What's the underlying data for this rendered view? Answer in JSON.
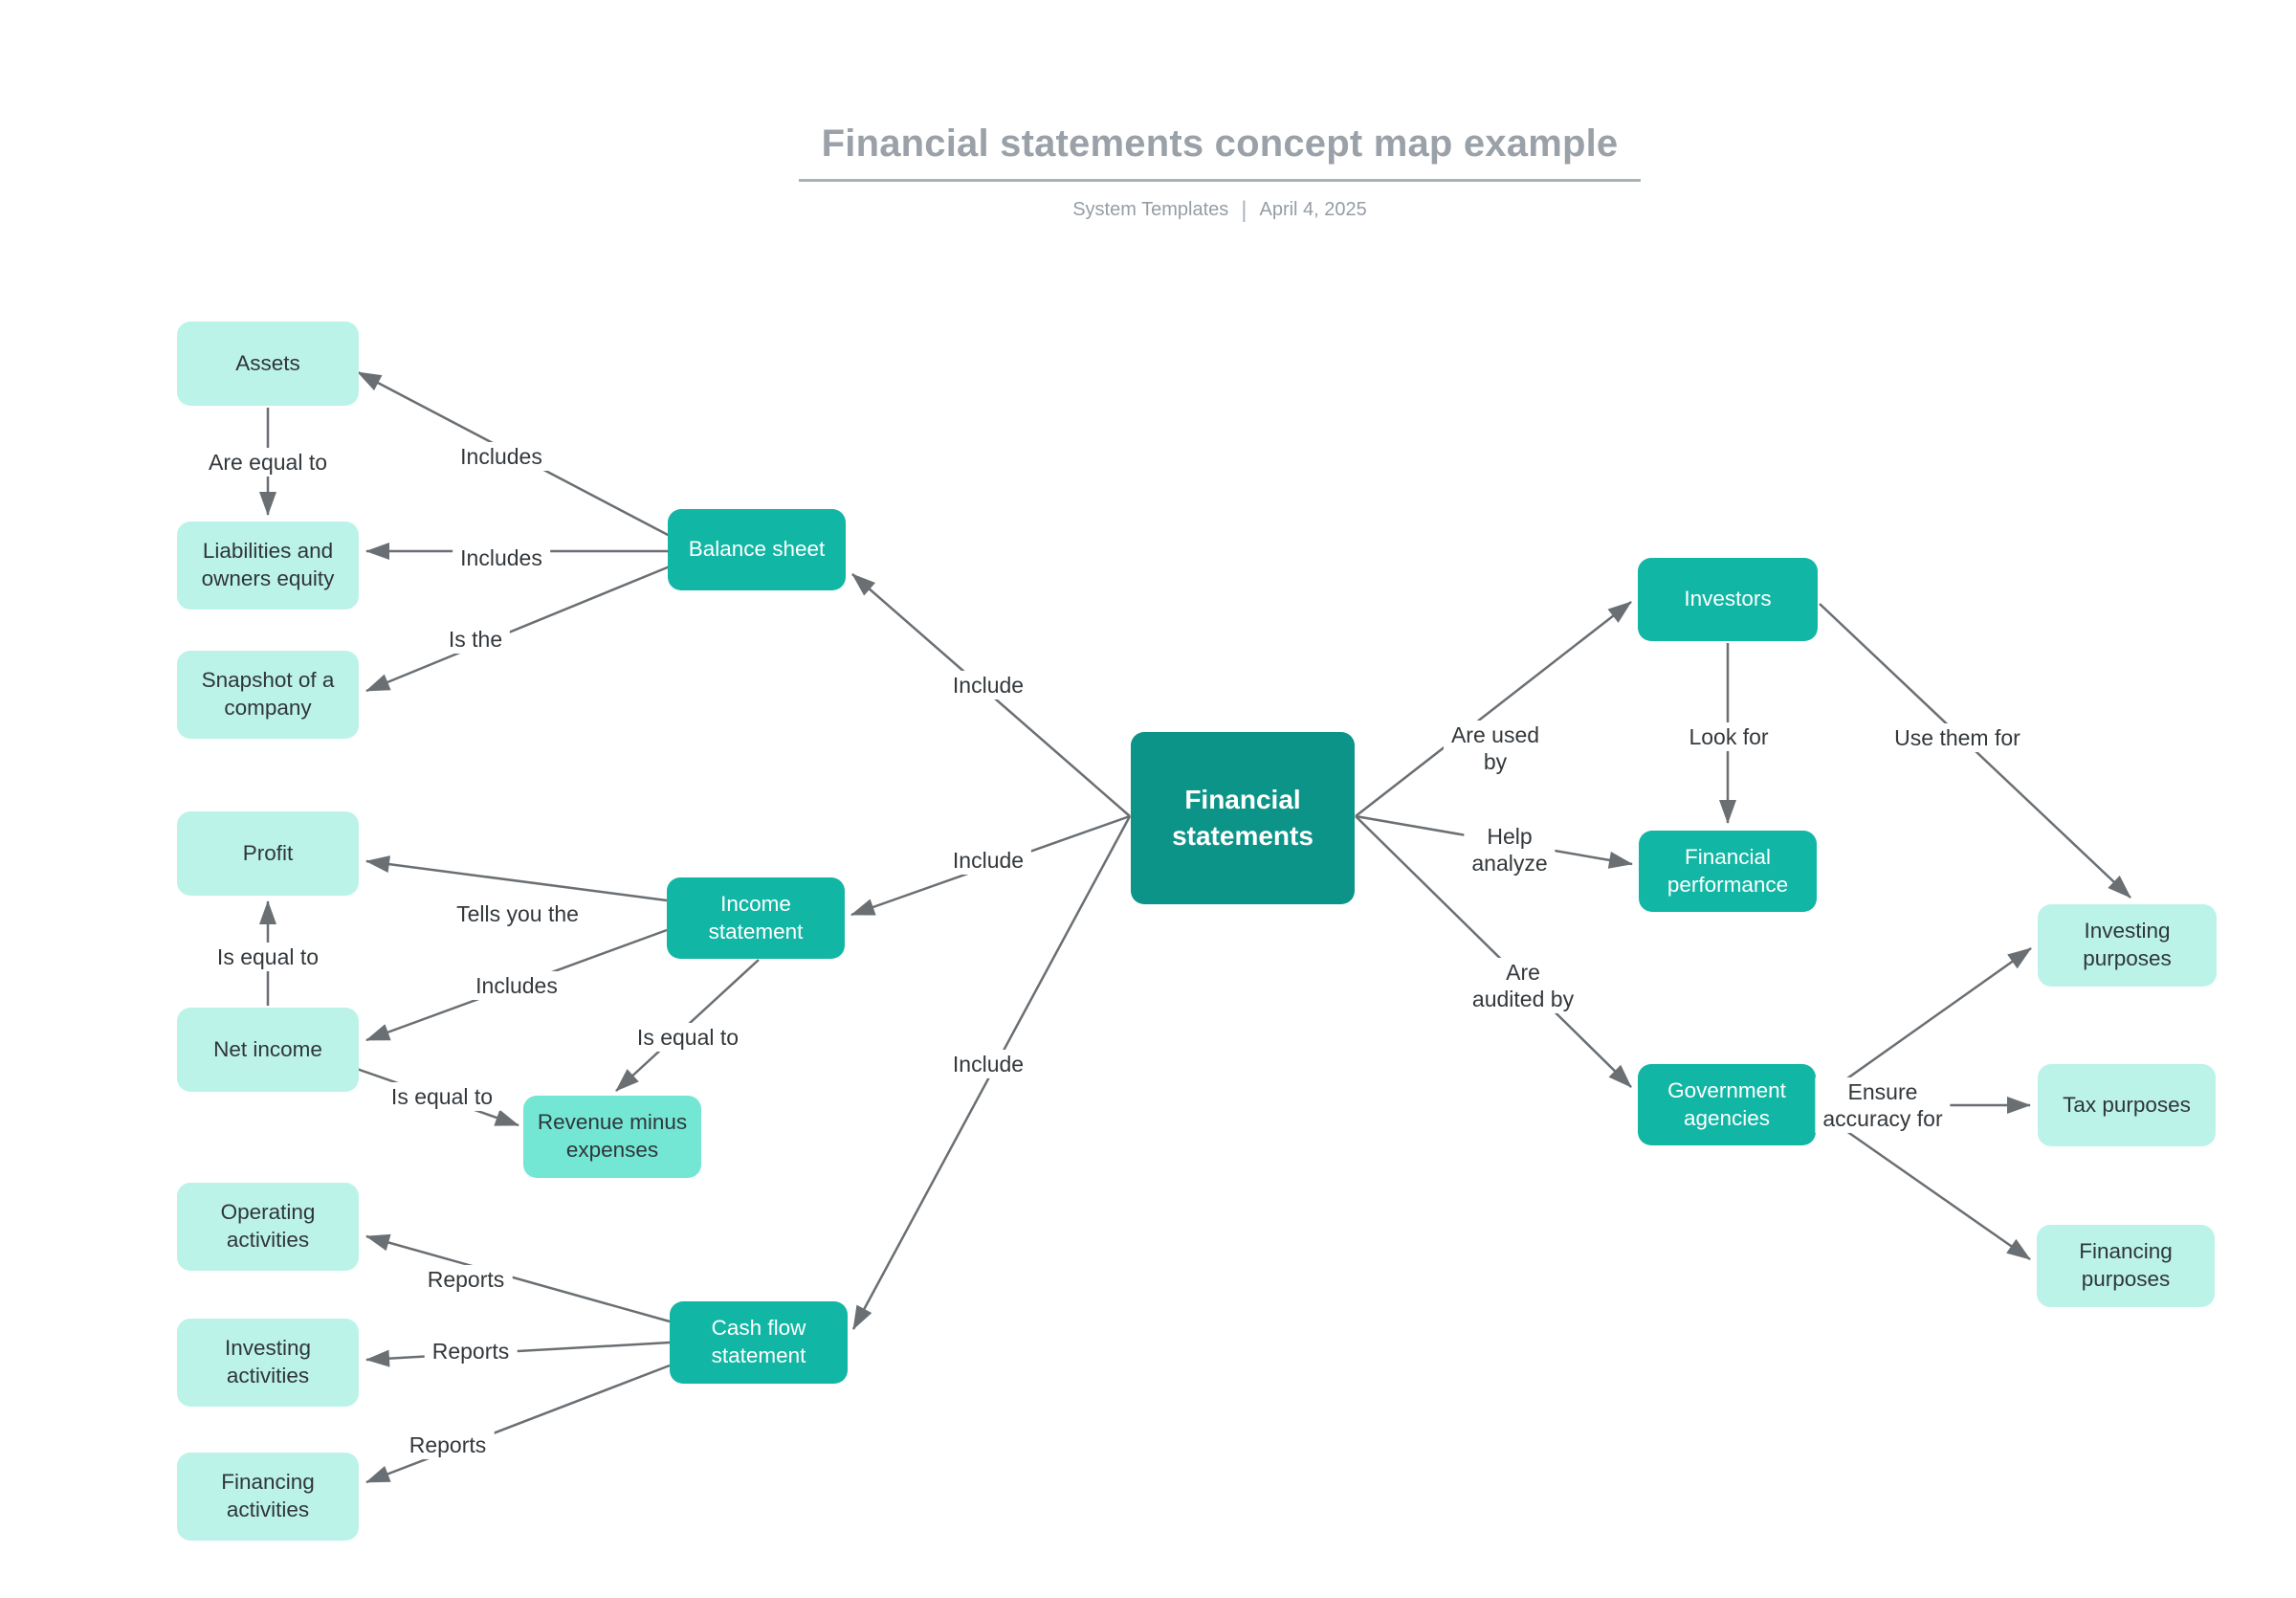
{
  "header": {
    "title": "Financial statements concept map example",
    "subtitle_author": "System Templates",
    "subtitle_separator": "|",
    "subtitle_date": "April 4, 2025"
  },
  "colors": {
    "center_node": "#0D9488",
    "branch_node": "#12B6A4",
    "leaf_node": "#BCF3E9",
    "leaf_accent_node": "#74E6D4",
    "connector_line": "#6A6F73",
    "title_text": "#9AA1A9"
  },
  "diagram": {
    "nodes": [
      {
        "id": "assets",
        "label": "Assets",
        "level": "leaf"
      },
      {
        "id": "liabilities",
        "label": "Liabilities and\nowners equity",
        "level": "leaf"
      },
      {
        "id": "snapshot",
        "label": "Snapshot of a\ncompany",
        "level": "leaf"
      },
      {
        "id": "profit",
        "label": "Profit",
        "level": "leaf"
      },
      {
        "id": "net_income",
        "label": "Net income",
        "level": "leaf"
      },
      {
        "id": "operating_activities",
        "label": "Operating\nactivities",
        "level": "leaf"
      },
      {
        "id": "investing_activities",
        "label": "Investing\nactivities",
        "level": "leaf"
      },
      {
        "id": "financing_activities",
        "label": "Financing\nactivities",
        "level": "leaf"
      },
      {
        "id": "balance_sheet",
        "label": "Balance sheet",
        "level": "branch"
      },
      {
        "id": "income_statement",
        "label": "Income\nstatement",
        "level": "branch"
      },
      {
        "id": "cash_flow_statement",
        "label": "Cash flow\nstatement",
        "level": "branch"
      },
      {
        "id": "revenue_minus_expenses",
        "label": "Revenue minus\nexpenses",
        "level": "leaf-accent"
      },
      {
        "id": "financial_statements",
        "label": "Financial\nstatements",
        "level": "center"
      },
      {
        "id": "investors",
        "label": "Investors",
        "level": "branch"
      },
      {
        "id": "financial_performance",
        "label": "Financial\nperformance",
        "level": "branch"
      },
      {
        "id": "government_agencies",
        "label": "Government\nagencies",
        "level": "branch"
      },
      {
        "id": "investing_purposes",
        "label": "Investing\npurposes",
        "level": "leaf"
      },
      {
        "id": "tax_purposes",
        "label": "Tax purposes",
        "level": "leaf"
      },
      {
        "id": "financing_purposes",
        "label": "Financing\npurposes",
        "level": "leaf"
      }
    ],
    "edges": [
      {
        "from": "assets",
        "to": "liabilities",
        "label": "Are equal to"
      },
      {
        "from": "balance_sheet",
        "to": "assets",
        "label": "Includes"
      },
      {
        "from": "balance_sheet",
        "to": "liabilities",
        "label": "Includes"
      },
      {
        "from": "balance_sheet",
        "to": "snapshot",
        "label": "Is the"
      },
      {
        "from": "income_statement",
        "to": "profit",
        "label": "Tells you the"
      },
      {
        "from": "income_statement",
        "to": "net_income",
        "label": "Includes"
      },
      {
        "from": "net_income",
        "to": "profit",
        "label": "Is equal to"
      },
      {
        "from": "income_statement",
        "to": "revenue_minus_expenses",
        "label": "Is equal to"
      },
      {
        "from": "net_income",
        "to": "revenue_minus_expenses",
        "label": "Is equal to"
      },
      {
        "from": "cash_flow_statement",
        "to": "operating_activities",
        "label": "Reports"
      },
      {
        "from": "cash_flow_statement",
        "to": "investing_activities",
        "label": "Reports"
      },
      {
        "from": "cash_flow_statement",
        "to": "financing_activities",
        "label": "Reports"
      },
      {
        "from": "financial_statements",
        "to": "balance_sheet",
        "label": "Include"
      },
      {
        "from": "financial_statements",
        "to": "income_statement",
        "label": "Include"
      },
      {
        "from": "financial_statements",
        "to": "cash_flow_statement",
        "label": "Include"
      },
      {
        "from": "financial_statements",
        "to": "investors",
        "label": "Are used\nby"
      },
      {
        "from": "financial_statements",
        "to": "financial_performance",
        "label": "Help\nanalyze"
      },
      {
        "from": "financial_statements",
        "to": "government_agencies",
        "label": "Are\naudited by"
      },
      {
        "from": "investors",
        "to": "financial_performance",
        "label": "Look for"
      },
      {
        "from": "investors",
        "to": "investing_purposes",
        "label": "Use them for"
      },
      {
        "from": "government_agencies",
        "to": "investing_purposes",
        "label": ""
      },
      {
        "from": "government_agencies",
        "to": "tax_purposes",
        "label": "Ensure\naccuracy for"
      },
      {
        "from": "government_agencies",
        "to": "financing_purposes",
        "label": ""
      }
    ]
  }
}
